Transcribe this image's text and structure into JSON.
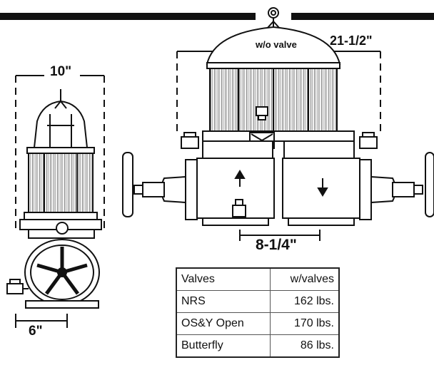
{
  "dimensions": {
    "width_left": "10\"",
    "width_top": "21-1/2\"",
    "port_spacing": "8-1/4\"",
    "base_width": "6\"",
    "without_valve_note": "w/o valve"
  },
  "weights_table": {
    "header": {
      "label": "Valves",
      "value": "w/valves"
    },
    "rows": [
      {
        "label": "NRS",
        "value": "162 lbs."
      },
      {
        "label": "OS&Y Open",
        "value": "170 lbs."
      },
      {
        "label": "Butterfly",
        "value": "86 lbs."
      }
    ]
  }
}
